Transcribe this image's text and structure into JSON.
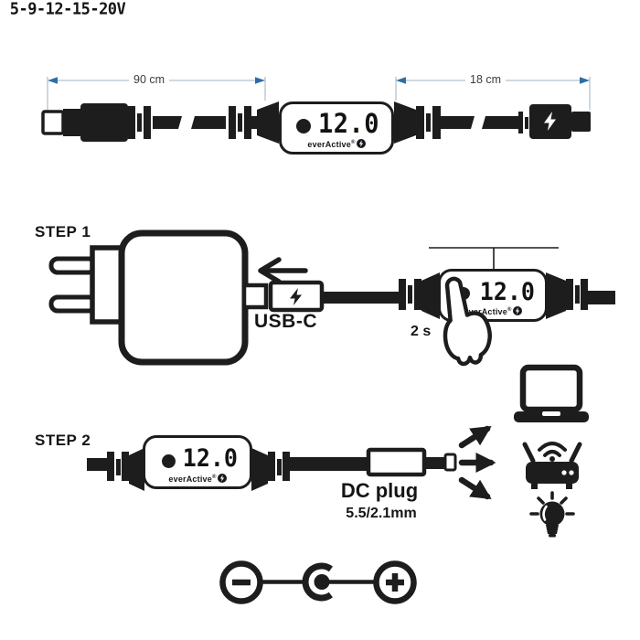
{
  "brand": {
    "name": "everActive",
    "reg": "®"
  },
  "display": {
    "value": "12.0"
  },
  "top_diagram": {
    "dim_left": "90 cm",
    "dim_right": "18 cm"
  },
  "step1": {
    "title": "STEP 1",
    "usb_label": "USB-C",
    "voltages": "5-9-12-15-20V",
    "press_time": "2 s"
  },
  "step2": {
    "title": "STEP 2",
    "plug_label": "DC plug",
    "plug_size": "5.5/2.1mm"
  },
  "icons": {
    "connector_bolt": "lightning-bolt",
    "brand_badge": "lightning-bolt",
    "gesture": "press-hand",
    "devices": [
      "laptop",
      "wifi-router",
      "light-bulb"
    ],
    "polarity": [
      "minus",
      "center-pin",
      "plus"
    ]
  },
  "colors": {
    "ink": "#1d1d1d",
    "dim_line": "#b3c2d1",
    "dim_arrow": "#2e6da4",
    "dim_text": "#3b3b3b",
    "brand": "#17171f"
  }
}
